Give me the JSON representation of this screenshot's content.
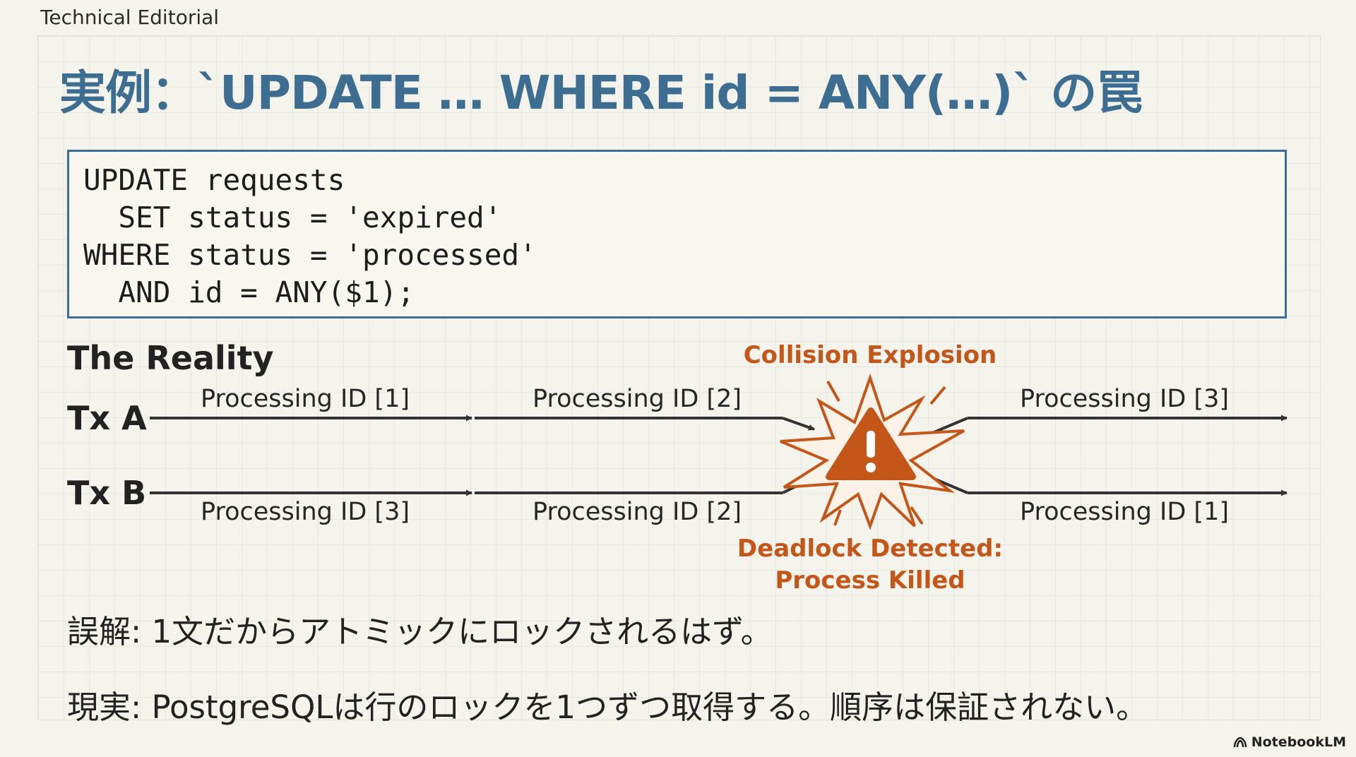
{
  "header": {
    "label": "Technical Editorial"
  },
  "title": "実例：`UPDATE … WHERE id = ANY(…)` の罠",
  "code": {
    "lines": [
      "UPDATE requests",
      "  SET status = 'expired'",
      "WHERE status = 'processed'",
      "  AND id = ANY($1);"
    ]
  },
  "diagram": {
    "heading": "The Reality",
    "collision_label": "Collision Explosion",
    "deadlock_line1": "Deadlock Detected:",
    "deadlock_line2": "Process Killed",
    "colors": {
      "accent": "#c4561a",
      "arrow": "#333333",
      "title": "#3d6d91"
    },
    "icons": [
      "warning-icon",
      "burst-icon"
    ],
    "tx_a": {
      "label": "Tx A",
      "steps": [
        "Processing ID [1]",
        "Processing ID [2]",
        "Processing ID [3]"
      ]
    },
    "tx_b": {
      "label": "Tx B",
      "steps": [
        "Processing ID [3]",
        "Processing ID [2]",
        "Processing ID [1]"
      ]
    }
  },
  "notes": {
    "misconception": "誤解: 1文だからアトミックにロックされるはず。",
    "reality": "現実: PostgreSQLは行のロックを1つずつ取得する。順序は保証されない。"
  },
  "footer": {
    "brand": "NotebookLM"
  }
}
